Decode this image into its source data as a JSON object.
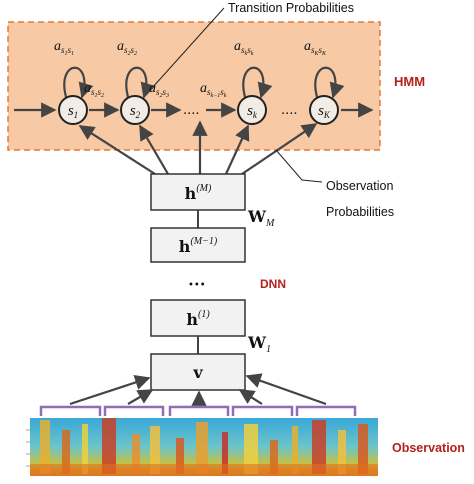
{
  "colors": {
    "hmm_fill": "#f7c9a4",
    "hmm_border": "#e07a3a",
    "red_label": "#b5201a",
    "arrow": "#444444",
    "box_fill": "#f2f2f2",
    "box_border": "#333333",
    "bracket": "#8f6fb0"
  },
  "hmm": {
    "label": "HMM",
    "transition_label": "Transition Probabilities",
    "states": [
      {
        "base": "s",
        "sub": "1"
      },
      {
        "base": "s",
        "sub": "2"
      },
      {
        "base": "s",
        "sub": "k"
      },
      {
        "base": "s",
        "sub": "K"
      }
    ],
    "ellipsis_between": "....",
    "ellipsis_after": "....",
    "self_transitions": [
      {
        "base": "a",
        "sub": "s",
        "subsub_a": "1",
        "subsub_b": "1"
      },
      {
        "base": "a",
        "sub": "s",
        "subsub_a": "2",
        "subsub_b": "2"
      },
      {
        "base": "a",
        "sub": "s",
        "subsub_a": "k",
        "subsub_b": "k"
      },
      {
        "base": "a",
        "sub": "s",
        "subsub_a": "K",
        "subsub_b": "K"
      }
    ],
    "forward_transitions": [
      {
        "base": "a",
        "sub": "s",
        "subsub_a": "1",
        "subsub_b": "2"
      },
      {
        "base": "a",
        "sub": "s",
        "subsub_a": "2",
        "subsub_b": "3"
      },
      {
        "base": "a",
        "sub": "s",
        "subsub_a": "k−1",
        "subsub_b": "k"
      }
    ]
  },
  "observation_probabilities_label": {
    "line1": "Observation",
    "line2": "Probabilities"
  },
  "dnn": {
    "label": "DNN",
    "layers": [
      {
        "base": "h",
        "sup": "(M)"
      },
      {
        "base": "h",
        "sup": "(M−1)"
      },
      {
        "base": "h",
        "sup": "(1)"
      }
    ],
    "dots": "•••",
    "input": {
      "base": "v"
    },
    "weights": [
      {
        "base": "W",
        "sub": "M"
      },
      {
        "base": "W",
        "sub": "1"
      }
    ]
  },
  "observation": {
    "label": "Observation",
    "frame_count": 5
  }
}
